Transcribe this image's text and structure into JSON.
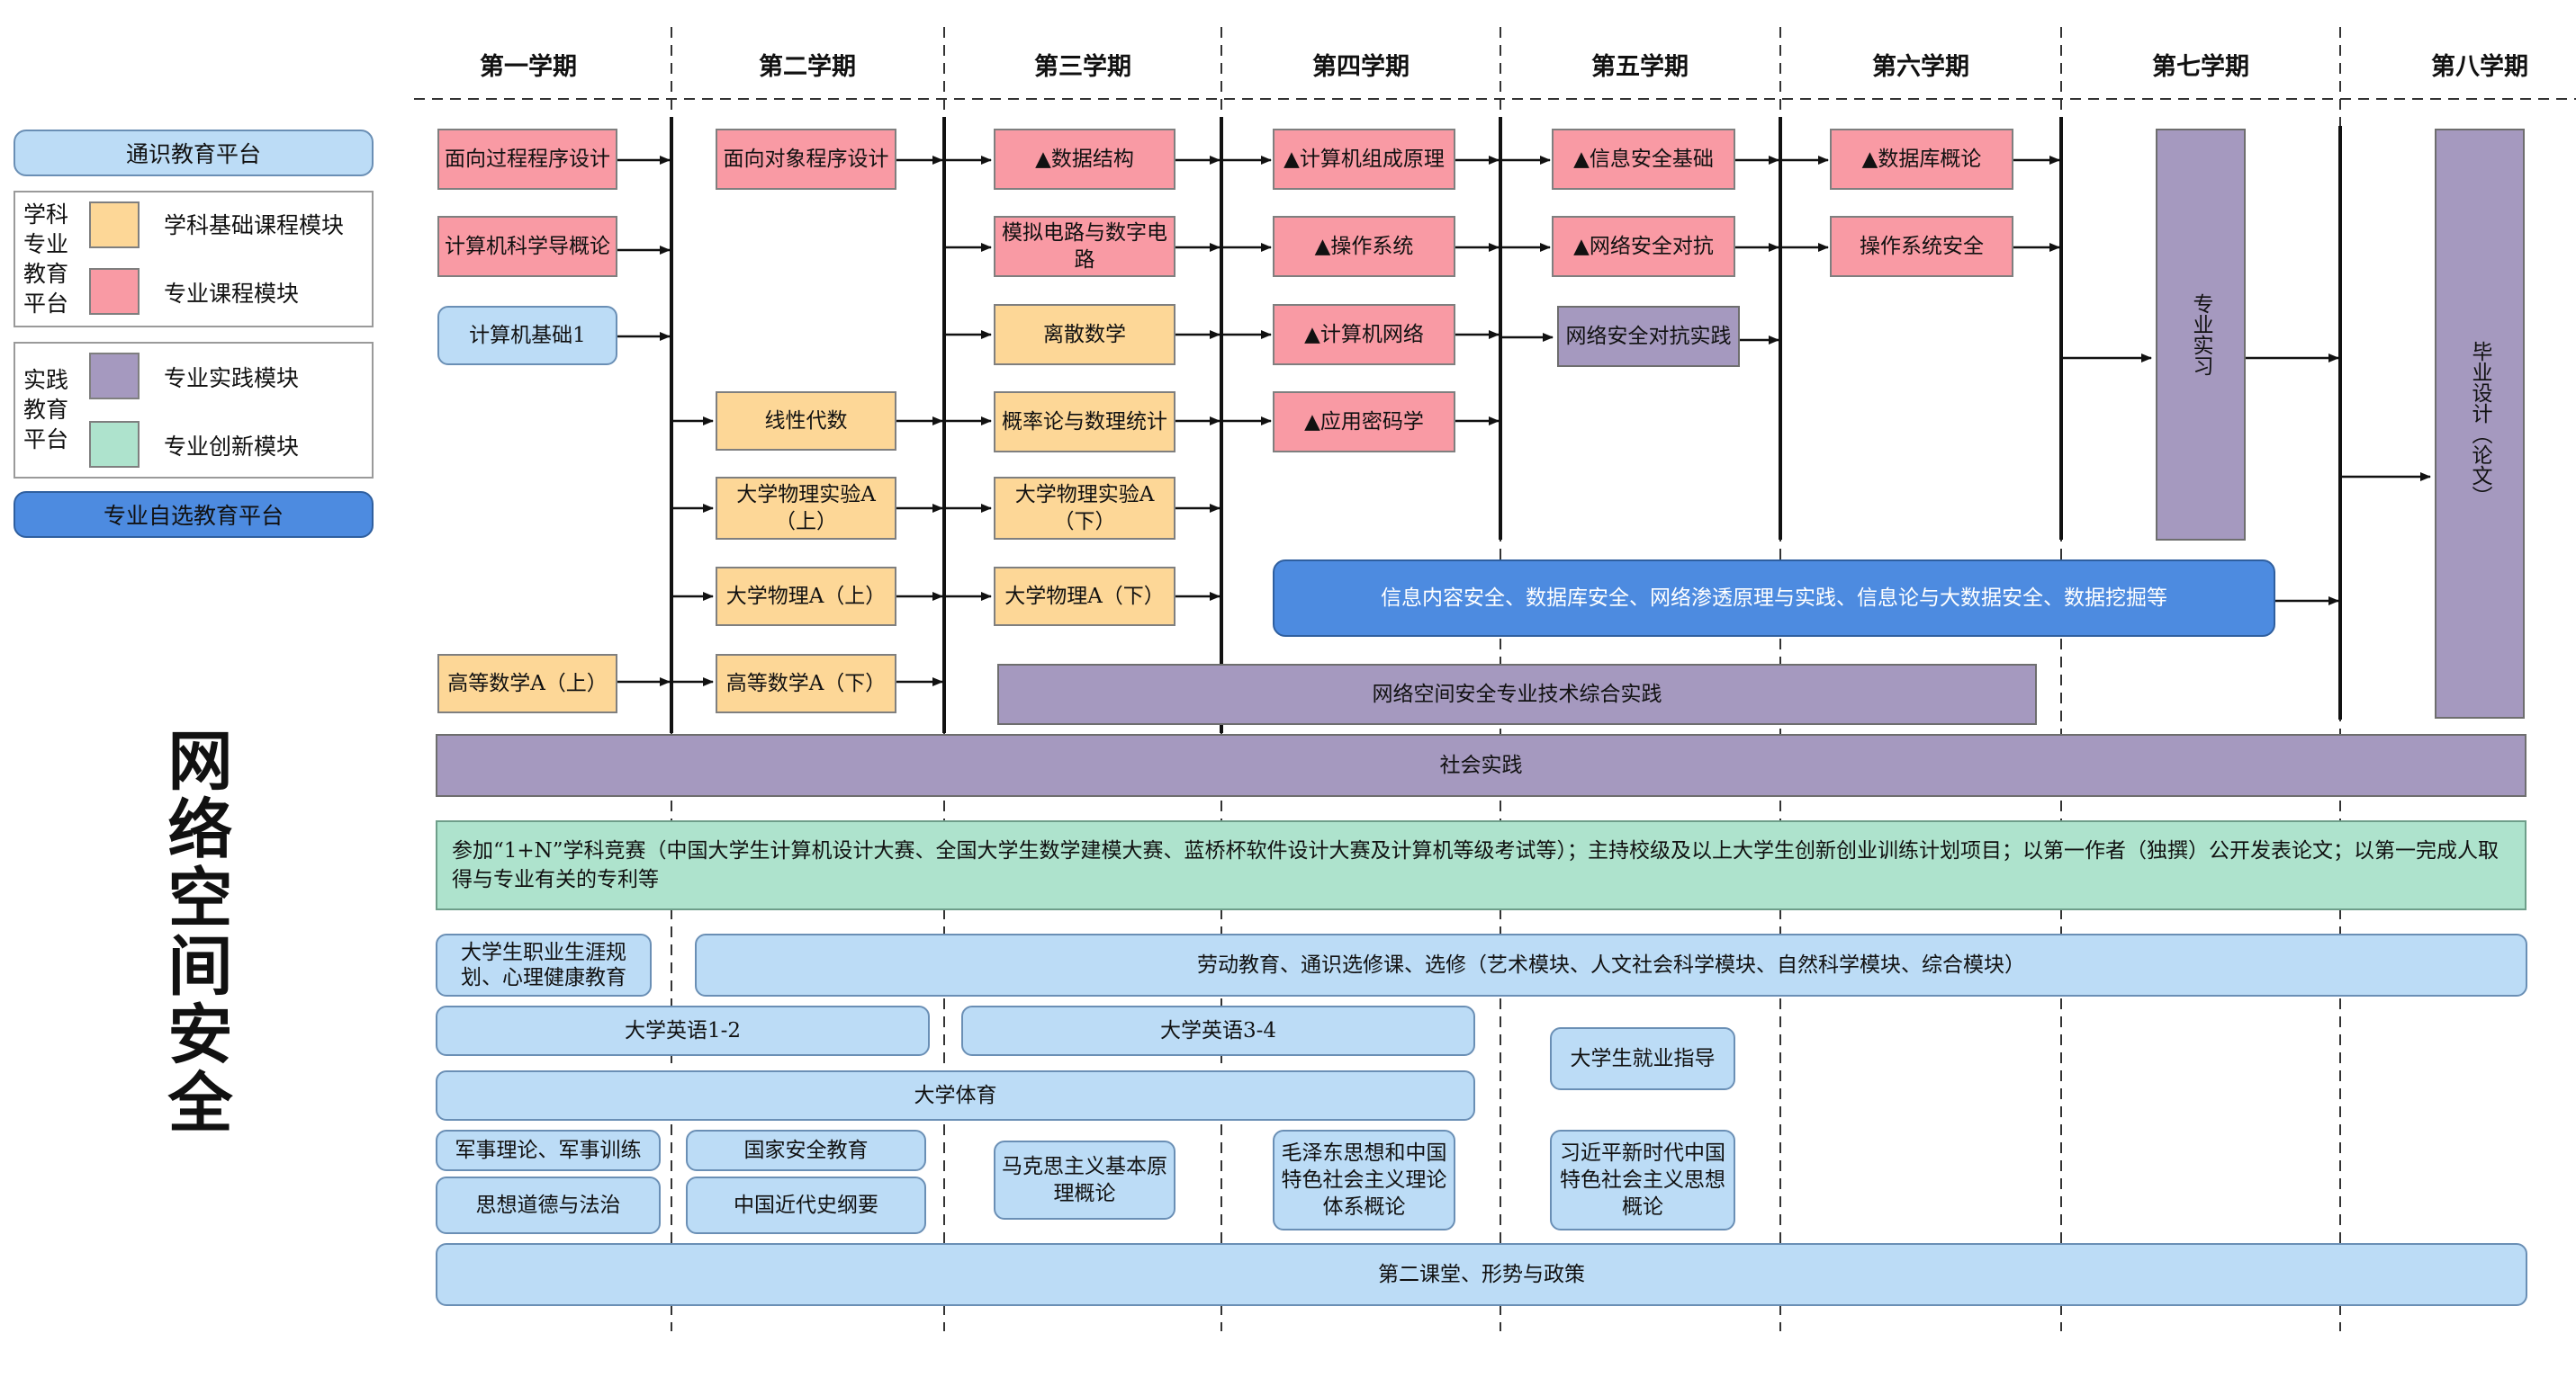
{
  "title": "网络空间安全",
  "semesters": [
    "第一学期",
    "第二学期",
    "第三学期",
    "第四学期",
    "第五学期",
    "第六学期",
    "第七学期",
    "第八学期"
  ],
  "legend": {
    "general_platform": "通识教育平台",
    "discipline_platform": "学科专业教育平台",
    "discipline_side": [
      "学科",
      "专业",
      "教育",
      "平台"
    ],
    "basic_module": "学科基础课程模块",
    "major_module": "专业课程模块",
    "practice_side": [
      "实践",
      "教育",
      "平台"
    ],
    "practice_module": "专业实践模块",
    "innovation_module": "专业创新模块",
    "elective_platform": "专业自选教育平台",
    "colors": {
      "major": "#f99aa4",
      "basic": "#fdd797",
      "practice": "#a599bf",
      "innovation": "#aee3cd",
      "general": "#bcdcf6",
      "elective": "#4d8be0"
    }
  },
  "courses": {
    "s1_oop": "面向过程程序设计",
    "s1_intro": "计算机科学导概论",
    "s1_basic": "计算机基础1",
    "s1_math": "高等数学A（上）",
    "s2_oo": "面向对象程序设计",
    "s2_linear": "线性代数",
    "s2_physlab": "大学物理实验A（上）",
    "s2_phys": "大学物理A（上）",
    "s2_math": "高等数学A（下）",
    "s3_ds": "▲数据结构",
    "s3_circuit": "模拟电路与数字电路",
    "s3_discrete": "离散数学",
    "s3_prob": "概率论与数理统计",
    "s3_physlab": "大学物理实验A（下）",
    "s3_phys": "大学物理A（下）",
    "s4_org": "▲计算机组成原理",
    "s4_os": "▲操作系统",
    "s4_net": "▲计算机网络",
    "s4_crypto": "▲应用密码学",
    "s5_secbase": "▲信息安全基础",
    "s5_attack": "▲网络安全对抗",
    "s5_lab": "网络安全对抗实践",
    "s6_db": "▲数据库概论",
    "s6_ossec": "操作系统安全",
    "s7_intern": "专业实习",
    "s8_thesis": "毕业设计（论文）",
    "electives": "信息内容安全、数据库安全、网络渗透原理与实践、信息论与大数据安全、数据挖掘等",
    "comprehensive": "网络空间安全专业技术综合实践",
    "social": "社会实践",
    "innovation": "参加“1+N”学科竞赛（中国大学生计算机设计大赛、全国大学生数学建模大赛、蓝桥杯软件设计大赛及计算机等级考试等）；主持校级及以上大学生创新创业训练计划项目；以第一作者（独撰）公开发表论文；以第一完成人取得与专业有关的专利等",
    "career": "大学生职业生涯规划、心理健康教育",
    "labor": "劳动教育、通识选修课、选修（艺术模块、人文社会科学模块、自然科学模块、综合模块）",
    "english12": "大学英语1-2",
    "english34": "大学英语3-4",
    "employment": "大学生就业指导",
    "pe": "大学体育",
    "military": "军事理论、军事训练",
    "security": "国家安全教育",
    "ethics": "思想道德与法治",
    "history": "中国近代史纲要",
    "marxism": "马克思主义基本原理概论",
    "mao": "毛泽东思想和中国特色社会主义理论体系概论",
    "xi": "习近平新时代中国特色社会主义思想概论",
    "second": "第二课堂、形势与政策"
  }
}
